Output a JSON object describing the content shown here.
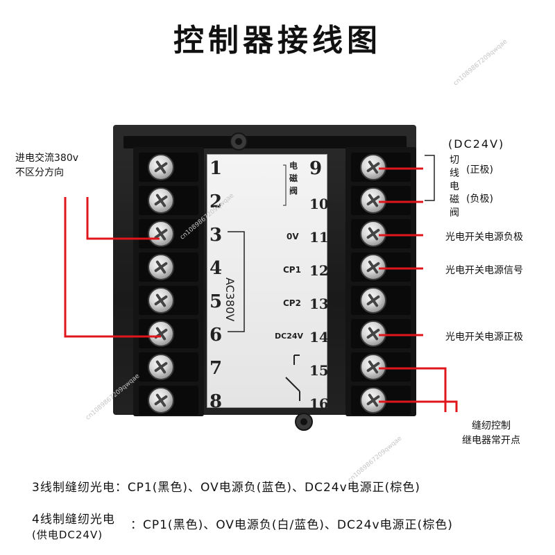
{
  "title": "控制器接线图",
  "left_labels": {
    "power_line1": "进电交流380v",
    "power_line2": "不区分方向"
  },
  "terminals_left": [
    "1",
    "2",
    "3",
    "4",
    "5",
    "6",
    "7",
    "8"
  ],
  "terminals_right": [
    "9",
    "10",
    "11",
    "12",
    "13",
    "14",
    "15",
    "16"
  ],
  "panel_labels": {
    "valve": "电磁阀",
    "ac380": "AC380V",
    "t11": "0V",
    "t12": "CP1",
    "t13": "CP2",
    "t14": "DC24V"
  },
  "right_labels": {
    "dc24v": "(DC24V)",
    "cut_valve": "切线电磁阀",
    "positive": "(正极)",
    "negative": "(负极)",
    "t11": "光电开关电源负极",
    "t12": "光电开关电源信号",
    "t14": "光电开关电源正极",
    "relay_line1": "缝纫控制",
    "relay_line2": "继电器常开点"
  },
  "notes": {
    "three_wire": "3线制缝纫光电：CP1(黑色)、OV电源负(蓝色)、DC24v电源正(棕色)",
    "four_wire_line1": "4线制缝纫光电",
    "four_wire_line2": "(供电DC24V)",
    "four_wire_detail": "：CP1(黑色)、OV电源负(白/蓝色)、DC24v电源正(棕色)"
  },
  "watermark": "cn1089867209qwqae",
  "colors": {
    "wire": "#e0151b",
    "bezel": "#1f1f1f",
    "label_panel": "#eeeeee"
  }
}
